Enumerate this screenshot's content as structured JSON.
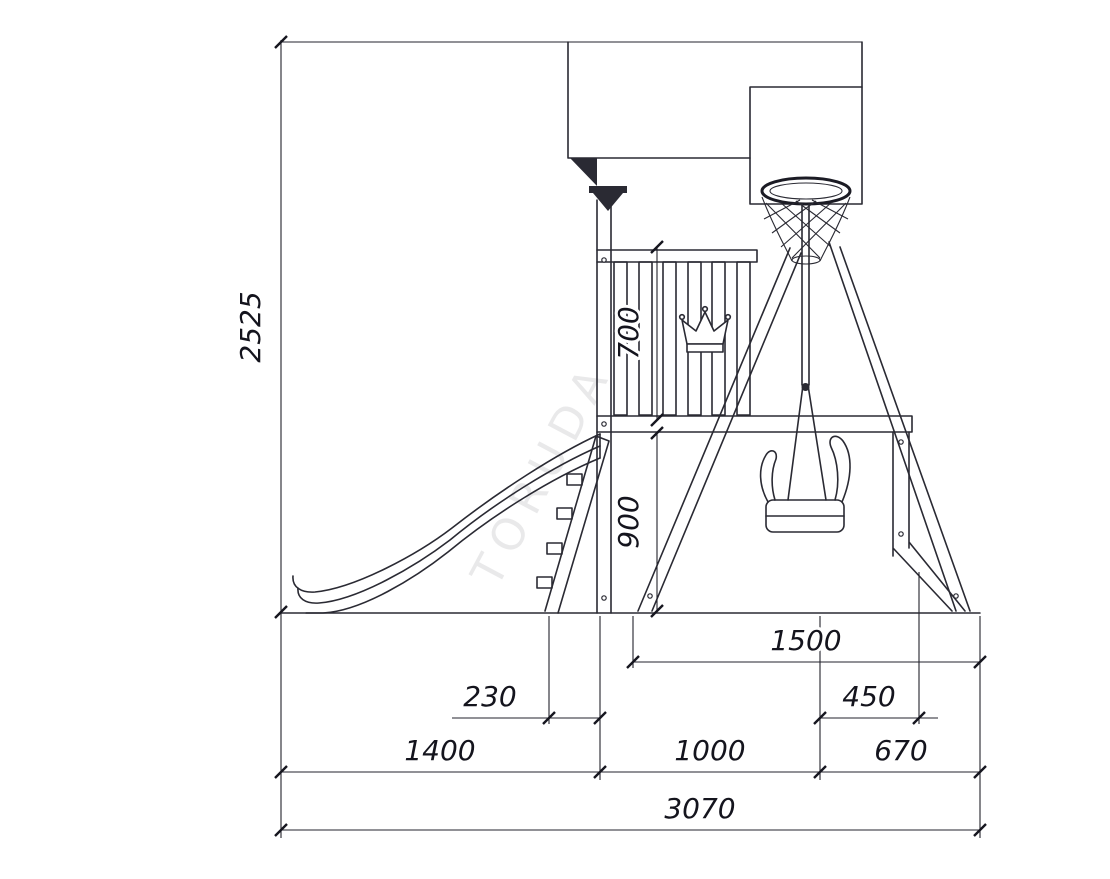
{
  "drawing": {
    "line_color": "#2a2a33",
    "background_color": "#ffffff",
    "watermark": "TORUDA",
    "dimensions": {
      "total_height": "2525",
      "fence_height": "700",
      "deck_height": "900",
      "swing_span": "1500",
      "ramp_base_offset": "230",
      "seat_offset": "450",
      "slide_run": "1400",
      "tower_width": "1000",
      "rear_offset": "670",
      "total_width": "3070"
    }
  }
}
